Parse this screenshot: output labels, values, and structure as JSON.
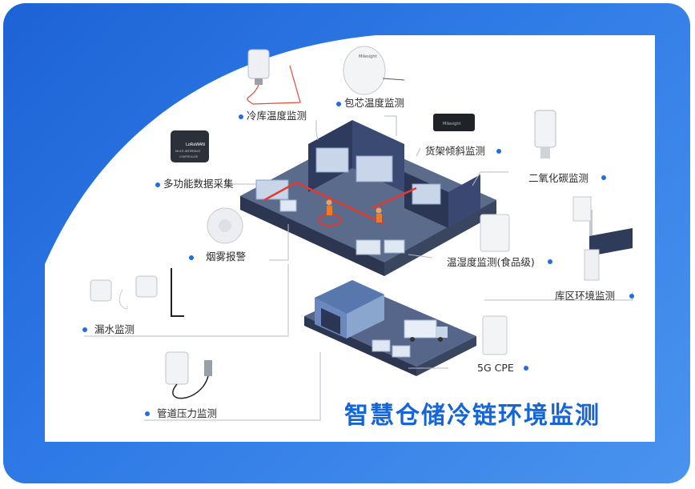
{
  "title": "智慧仓储冷链环境监测",
  "labels": {
    "cold_storage_temp": "冷库温度监测",
    "core_temp": "包芯温度监测",
    "shelf_tilt": "货架倾斜监测",
    "co2": "二氧化碳监测",
    "multi_data": "多功能数据采集",
    "smoke": "烟雾报警",
    "food_humidity": "温湿度监测(食品级)",
    "yard_env": "库区环境监测",
    "water_leak": "漏水监测",
    "cpe": "5G CPE",
    "pipe_pressure": "管道压力监测"
  },
  "device_text": {
    "brand": "Milesight",
    "gateway_line1": "LoRaWAN",
    "gateway_line2": "MULTI-INTERFACE",
    "gateway_line3": "CONTROLLER",
    "tilt_sensor": "Milesight"
  },
  "colors": {
    "frame": "#2a72e0",
    "accent": "#1f6fe0",
    "title": "#1565d8",
    "floor": "#4a5a78",
    "warehouse": "#8aa6cf"
  }
}
